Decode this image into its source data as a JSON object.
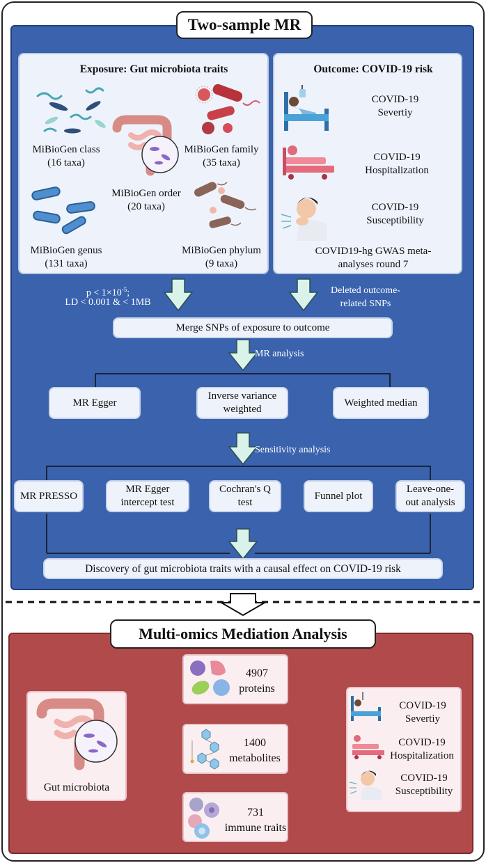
{
  "header": {
    "title": "Two-sample MR"
  },
  "exposure": {
    "title": "Exposure: Gut microbiota traits",
    "class_name": "MiBioGen class",
    "class_count": "(16  taxa)",
    "family_name": "MiBioGen family",
    "family_count": "(35  taxa)",
    "order_name": "MiBioGen order",
    "order_count": "(20  taxa)",
    "genus_name": "MiBioGen genus",
    "genus_count": "(131  taxa)",
    "phylum_name": "MiBioGen phylum",
    "phylum_count": "(9  taxa)"
  },
  "outcome": {
    "title": "Outcome: COVID-19 risk",
    "severity_1": "COVID-19",
    "severity_2": "Severtiy",
    "hosp_1": "COVID-19",
    "hosp_2": "Hospitalization",
    "susc_1": "COVID-19",
    "susc_2": "Susceptibility",
    "source_1": "COVID19-hg GWAS meta-",
    "source_2": "analyses round 7"
  },
  "filters": {
    "threshold_1": "p < 1×10",
    "threshold_exp": "-5",
    "threshold_end": ";",
    "threshold_2": "LD < 0.001 & < 1MB",
    "deleted_1": "Deleted outcome-",
    "deleted_2": "related SNPs"
  },
  "merge": {
    "label": "Merge SNPs of exposure to outcome"
  },
  "mr_analysis": {
    "label": "MR analysis",
    "egger": "MR Egger",
    "ivw_1": "Inverse variance",
    "ivw_2": "weighted",
    "median": "Weighted median"
  },
  "sensitivity": {
    "label": "Sensitivity analysis",
    "presso": "MR PRESSO",
    "egger_int_1": "MR Egger",
    "egger_int_2": "intercept test",
    "cochran_1": "Cochran's Q",
    "cochran_2": "test",
    "funnel": "Funnel plot",
    "loo_1": "Leave-one-",
    "loo_2": "out analysis"
  },
  "discovery": {
    "label": "Discovery of gut microbiota traits with a causal effect on COVID-19 risk"
  },
  "mediation": {
    "title": "Multi-omics Mediation Analysis",
    "source": "Gut microbiota",
    "proteins_count": "4907",
    "proteins_label": "proteins",
    "metabolites_count": "1400",
    "metabolites_label": "metabolites",
    "immune_count": "731",
    "immune_label": "immune traits",
    "out_severity_1": "COVID-19",
    "out_severity_2": "Severtiy",
    "out_hosp_1": "COVID-19",
    "out_hosp_2": "Hospitalization",
    "out_susc_1": "COVID-19",
    "out_susc_2": "Susceptibility"
  },
  "colors": {
    "blue_panel": "#3a62ad",
    "red_panel": "#b14a4a",
    "arrow_fill": "#d9f3ea",
    "pink_card": "#fbeef1",
    "light_card": "#eef3fb"
  }
}
